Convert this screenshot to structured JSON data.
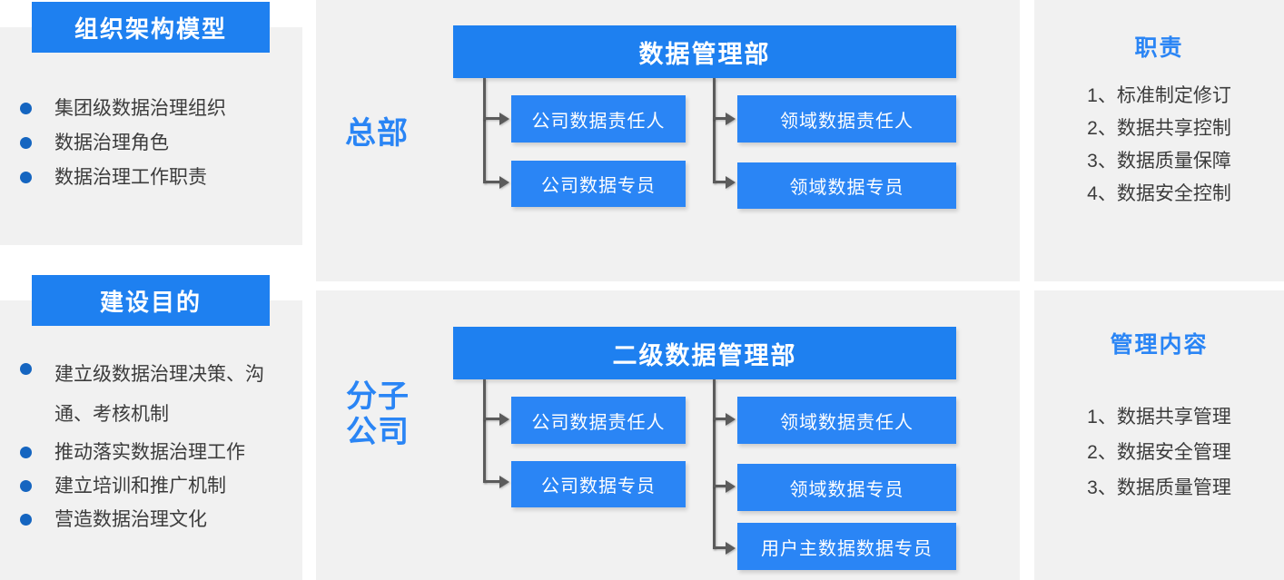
{
  "colors": {
    "brand_blue": "#1E80F0",
    "box_blue": "#2A85F5",
    "panel_gray": "#f1f1f1",
    "bullet_blue": "#1565C0",
    "text_dark": "#3c3c3c",
    "connector": "#5b5b5b"
  },
  "left_panels": [
    {
      "header": "组织架构模型",
      "items": [
        "集团级数据治理组织",
        "数据治理角色",
        "数据治理工作职责"
      ]
    },
    {
      "header": "建设目的",
      "items": [
        "建立级数据治理决策、沟通、考核机制",
        "推动落实数据治理工作",
        "建立培训和推广机制",
        "营造数据治理文化"
      ]
    }
  ],
  "org_sections": [
    {
      "side_label": "总部",
      "head": "数据管理部",
      "left_branch": [
        "公司数据责任人",
        "公司数据专员"
      ],
      "right_branch": [
        "领域数据责任人",
        "领域数据专员"
      ]
    },
    {
      "side_label_lines": [
        "分子",
        "公司"
      ],
      "side_label": "分子公司",
      "head": "二级数据管理部",
      "left_branch": [
        "公司数据责任人",
        "公司数据专员"
      ],
      "right_branch": [
        "领域数据责任人",
        "领域数据专员",
        "用户主数据数据专员"
      ]
    }
  ],
  "right_panels": [
    {
      "title": "职责",
      "items": [
        "1、标准制定修订",
        "2、数据共享控制",
        "3、数据质量保障",
        "4、数据安全控制"
      ]
    },
    {
      "title": "管理内容",
      "items": [
        "1、数据共享管理",
        "2、数据安全管理",
        "3、数据质量管理"
      ]
    }
  ]
}
